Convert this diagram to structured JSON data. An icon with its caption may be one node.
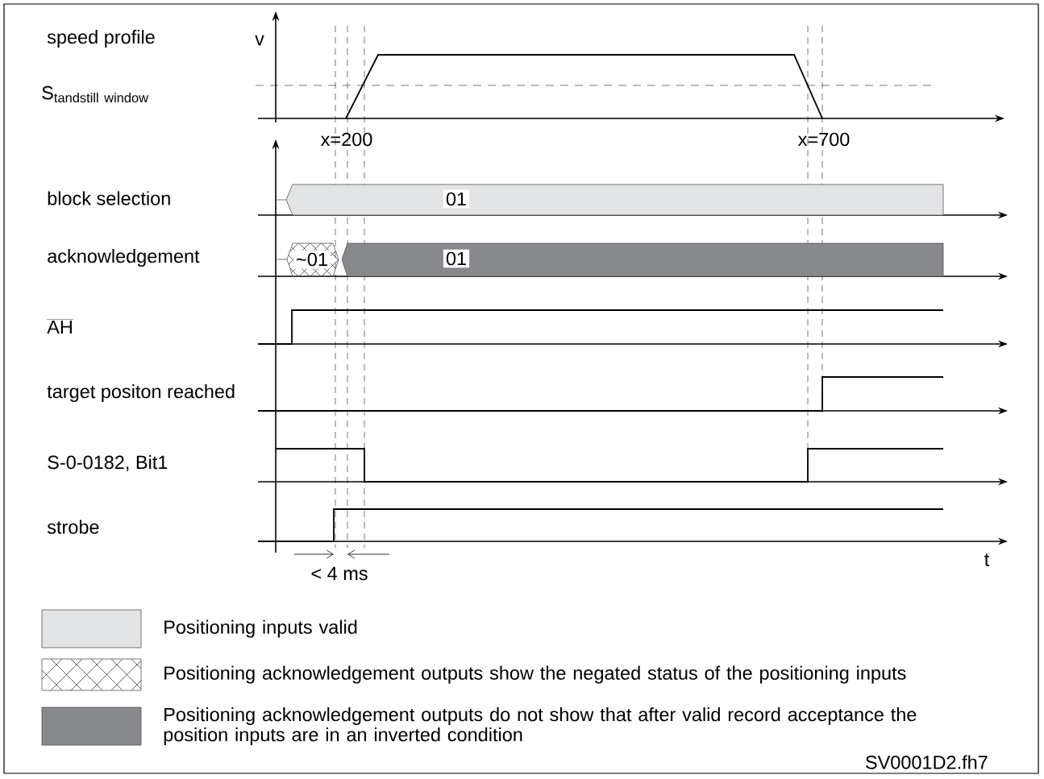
{
  "diagram": {
    "nodes": [
      {
        "text": [
          "01"
        ]
      },
      {
        "text": [
          "~01"
        ]
      },
      {
        "text": [
          "01"
        ]
      }
    ],
    "labels": [
      "speed profile",
      "v",
      "\\mathrm{S}_{\\mathrm{tandstill\\ window}}",
      "x=200",
      "x=700",
      "block selection",
      "acknowledgement",
      "AH",
      "target positon reached",
      "S-0-0182, Bit1",
      "strobe",
      "< 4 ms",
      "t",
      "SV0001D2.fh7"
    ],
    "legend": [
      {
        "text": "Positioning inputs valid",
        "color": "#e3e4e6"
      },
      {
        "text": "Positioning acknowledgement outputs show the negated status of the positioning inputs"
      },
      {
        "text": "Positioning acknowledgement outputs do not show that after valid record acceptance the position inputs are in an inverted condition",
        "color": "#88898d"
      }
    ]
  }
}
